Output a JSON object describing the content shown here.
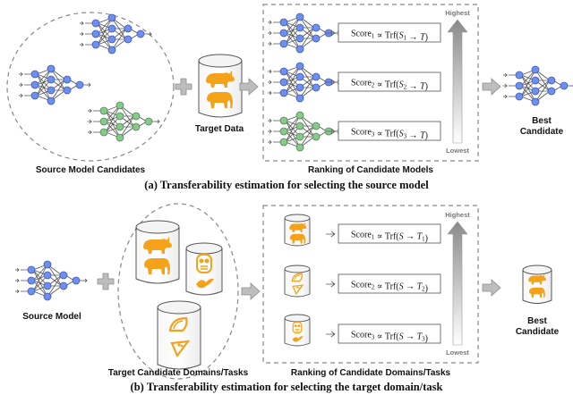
{
  "panel_a": {
    "source_label": "Source Model Candidates",
    "target_label": "Target Data",
    "ranking_label": "Ranking of Candidate Models",
    "best_line1": "Best",
    "best_line2": "Candidate",
    "highest": "Highest",
    "lowest": "Lowest",
    "scores": [
      {
        "name": "Score",
        "sub": "1",
        "mid": " ∝ Trf(",
        "s": "S",
        "ssub": "1",
        "arrow": " → ",
        "t": "T",
        "tsub": "",
        "end": ")"
      },
      {
        "name": "Score",
        "sub": "2",
        "mid": " ∝ Trf(",
        "s": "S",
        "ssub": "2",
        "arrow": " → ",
        "t": "T",
        "tsub": "",
        "end": ")"
      },
      {
        "name": "Score",
        "sub": "3",
        "mid": " ∝ Trf(",
        "s": "S",
        "ssub": "3",
        "arrow": " → ",
        "t": "T",
        "tsub": "",
        "end": ")"
      }
    ],
    "caption": "(a) Transferability estimation for selecting the source model"
  },
  "panel_b": {
    "source_label": "Source Model",
    "target_label": "Target Candidate Domains/Tasks",
    "ranking_label": "Ranking of Candidate Domains/Tasks",
    "best_line1": "Best",
    "best_line2": "Candidate",
    "highest": "Highest",
    "lowest": "Lowest",
    "scores": [
      {
        "name": "Score",
        "sub": "1",
        "mid": " ∝ Trf(",
        "s": "S",
        "ssub": "",
        "arrow": " → ",
        "t": "T",
        "tsub": "1",
        "end": ")"
      },
      {
        "name": "Score",
        "sub": "2",
        "mid": " ∝ Trf(",
        "s": "S",
        "ssub": "",
        "arrow": " → ",
        "t": "T",
        "tsub": "2",
        "end": ")"
      },
      {
        "name": "Score",
        "sub": "3",
        "mid": " ∝ Trf(",
        "s": "S",
        "ssub": "",
        "arrow": " → ",
        "t": "T",
        "tsub": "3",
        "end": ")"
      }
    ],
    "caption": "(b) Transferability estimation for selecting the target domain/task"
  },
  "colors": {
    "blue_node": "#6f8ff0",
    "green_node": "#88c88a",
    "orange_animal": "#f5a21b",
    "dashed": "#888888"
  }
}
